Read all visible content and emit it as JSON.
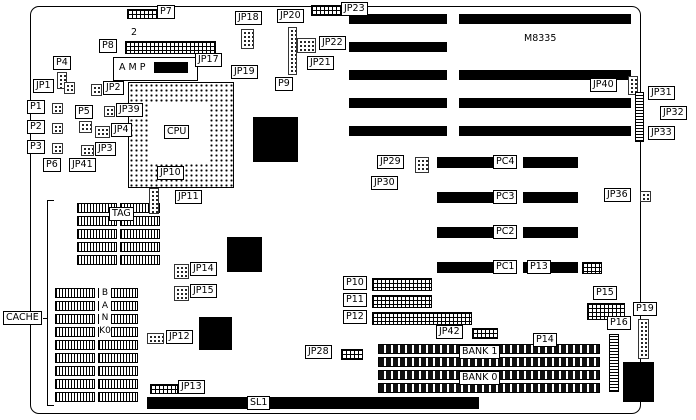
{
  "diagram": {
    "model": "M8335",
    "pin1_marker": "2"
  },
  "chips": {
    "cpu": "CPU",
    "amp": "AMP"
  },
  "jumpers": {
    "jp1": "JP1",
    "jp2": "JP2",
    "jp3": "JP3",
    "jp4": "JP4",
    "jp10": "JP10",
    "jp11": "JP11",
    "jp12": "JP12",
    "jp13": "JP13",
    "jp14": "JP14",
    "jp15": "JP15",
    "jp17": "JP17",
    "jp18": "JP18",
    "jp19": "JP19",
    "jp20": "JP20",
    "jp21": "JP21",
    "jp22": "JP22",
    "jp23": "JP23",
    "jp28": "JP28",
    "jp29": "JP29",
    "jp30": "JP30",
    "jp31": "JP31",
    "jp32": "JP32",
    "jp33": "JP33",
    "jp36": "JP36",
    "jp39": "JP39",
    "jp40": "JP40",
    "jp41": "JP41",
    "jp42": "JP42"
  },
  "connectors": {
    "p1": "P1",
    "p2": "P2",
    "p3": "P3",
    "p4": "P4",
    "p5": "P5",
    "p6": "P6",
    "p7": "P7",
    "p8": "P8",
    "p9": "P9",
    "p10": "P10",
    "p11": "P11",
    "p12": "P12",
    "p13": "P13",
    "p14": "P14",
    "p15": "P15",
    "p16": "P16",
    "p19": "P19",
    "sl1": "SL1"
  },
  "slots": {
    "pc1": "PC1",
    "pc2": "PC2",
    "pc3": "PC3",
    "pc4": "PC4"
  },
  "memory": {
    "bank1": "BANK 1",
    "bank0": "BANK 0",
    "cache": "CACHE",
    "tag": "TAG",
    "cache_bank_vertical": "BANK0"
  }
}
